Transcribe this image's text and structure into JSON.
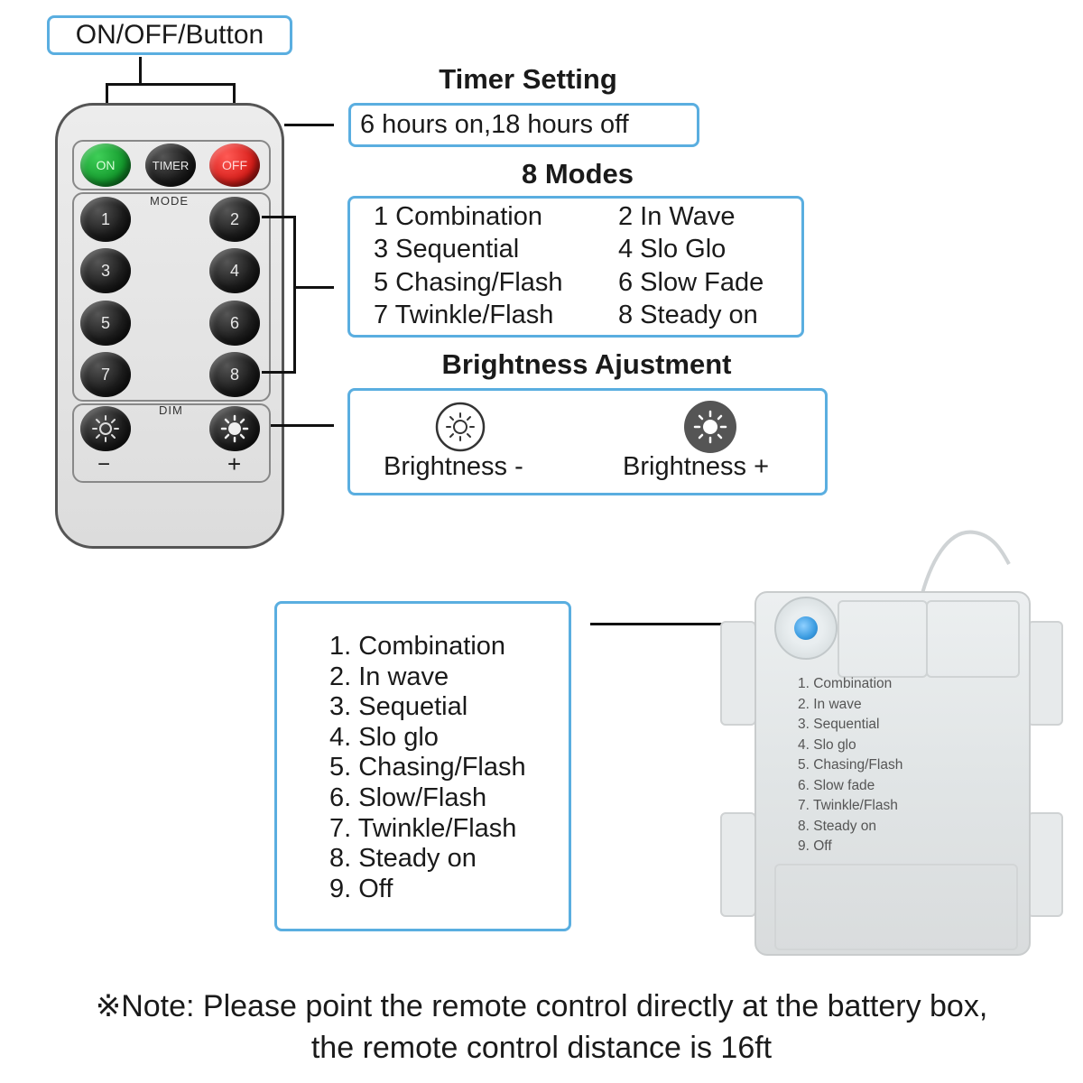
{
  "labels": {
    "onoff_button": "ON/OFF/Button",
    "timer_heading": "Timer Setting",
    "timer_text": "6 hours on,18 hours off",
    "modes_heading": "8 Modes",
    "brightness_heading": "Brightness Ajustment",
    "brightness_minus": "Brightness -",
    "brightness_plus": "Brightness +"
  },
  "remote": {
    "on_label": "ON",
    "timer_label": "TIMER",
    "off_label": "OFF",
    "mode_label": "MODE",
    "dim_label": "DIM",
    "minus_sign": "−",
    "plus_sign": "+",
    "mode_buttons": [
      "1",
      "2",
      "3",
      "4",
      "5",
      "6",
      "7",
      "8"
    ]
  },
  "modes": [
    "1 Combination",
    "2 In Wave",
    "3 Sequential",
    "4 Slo Glo",
    "5 Chasing/Flash",
    "6 Slow Fade",
    "7 Twinkle/Flash",
    "8 Steady on"
  ],
  "battery_modes": [
    "1. Combination",
    "2. In wave",
    "3. Sequetial",
    "4. Slo glo",
    "5. Chasing/Flash",
    "6. Slow/Flash",
    "7. Twinkle/Flash",
    "8. Steady on",
    "9. Off"
  ],
  "battery_label_modes": [
    "1. Combination",
    "2. In wave",
    "3. Sequential",
    "4. Slo glo",
    "5. Chasing/Flash",
    "6. Slow fade",
    "7. Twinkle/Flash",
    "8. Steady on",
    "9. Off"
  ],
  "note": {
    "line1": "※Note: Please point the remote control directly at the battery box,",
    "line2": "the remote control distance is 16ft"
  },
  "colors": {
    "box_border": "#5aaee0",
    "on_button": "#149a2d",
    "off_button": "#d81e1a",
    "battery_button": "#3a9be0"
  }
}
